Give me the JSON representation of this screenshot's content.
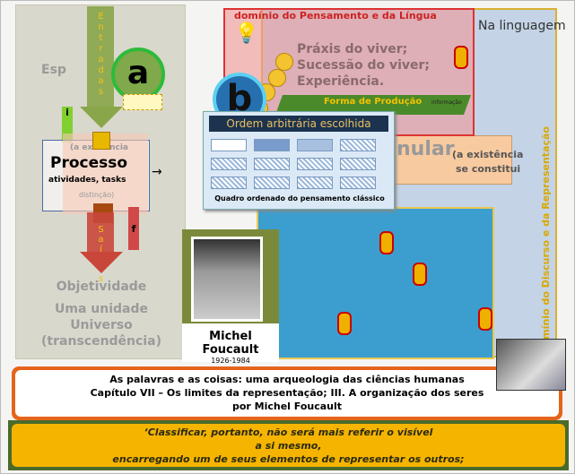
{
  "left_panel": {
    "entradas": "Entradas",
    "saidas": "Saídas",
    "esp": "Esp",
    "a_label": "a",
    "i_label": "i",
    "f_label": "f",
    "processo": "Processo",
    "processo_sub": "atividades, tasks",
    "existencia": "(a existência",
    "distincao": "distinção)",
    "objetividade": "Objetividade",
    "uma_unidade": "Uma unidade",
    "universo": "Universo",
    "transcendencia": "(transcendência)"
  },
  "diagram": {
    "dominio_pensamento": "domínio do Pensamento e da Língua",
    "na_linguagem": "Na linguagem",
    "praxis": "Práxis do viver;",
    "sucessao": "Sucessão do viver;",
    "experiencia": "Experiência.",
    "forma_producao": "Forma de Produção",
    "informacao": "informação",
    "singular": "nular",
    "existencia_constitui_1": "(a existência",
    "existencia_constitui_2": "se constitui",
    "dominio_discurso": "Domínio do Discurso e da Representação",
    "b_label": "b"
  },
  "quadro": {
    "title": "Ordem arbitrária escolhida",
    "caption": "Quadro ordenado do pensamento clássico"
  },
  "portrait": {
    "name": "Michel Foucault",
    "years": "1926-1984"
  },
  "title_box": {
    "line1": "As palavras e as coisas: uma arqueologia das ciências humanas",
    "line2": "Capítulo VII – Os limites da representação; III. A organização dos seres",
    "line3": "por Michel Foucault"
  },
  "quote_box": {
    "line1": "‘Classificar, portanto, não será mais referir o visível",
    "line2": "a si mesmo,",
    "line3": "encarregando um de seus elementos de representar os outros;"
  }
}
